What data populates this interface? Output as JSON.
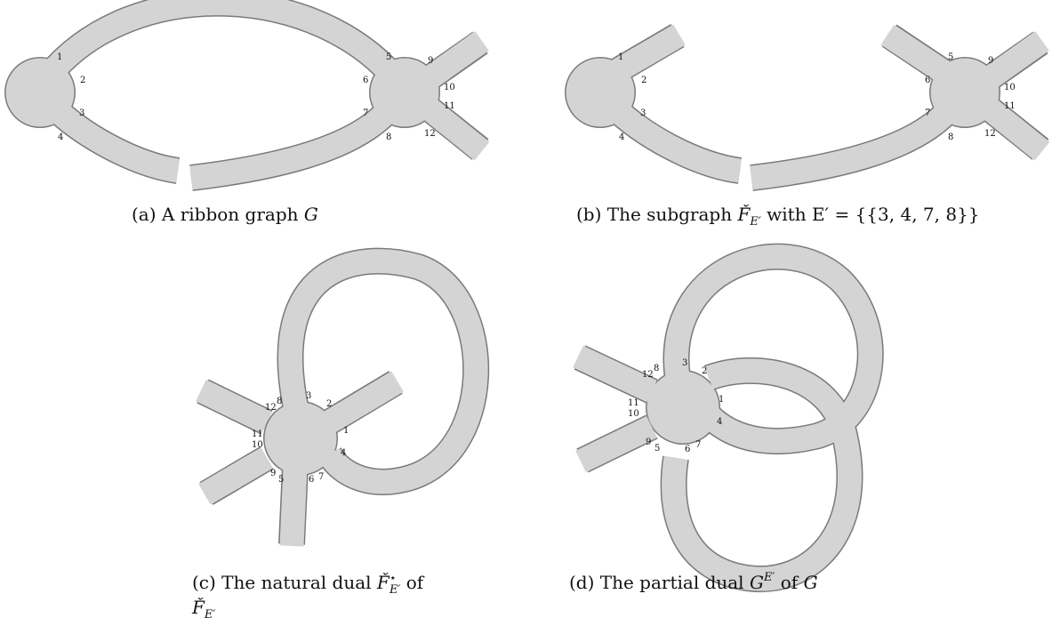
{
  "captions": {
    "a": {
      "text": "(a) A ribbon graph ",
      "var": "G"
    },
    "b": {
      "text": "(b) The subgraph ",
      "var": "F̌",
      "sub": "E′",
      "tail": " with E′ = {{3, 4, 7, 8}}"
    },
    "c": {
      "line1_text": "(c) The natural dual ",
      "var": "F̌",
      "sup": "⋆",
      "sub": "E′",
      "line1_tail": " of",
      "line2_var": "F̌",
      "line2_sub": "E′"
    },
    "d": {
      "text": "(d) The partial dual ",
      "var": "G",
      "sup": "E′",
      "tail": " of ",
      "var2": "G"
    }
  },
  "labels": {
    "a": [
      "1",
      "2",
      "3",
      "4",
      "5",
      "6",
      "7",
      "8",
      "9",
      "10",
      "11",
      "12"
    ],
    "b": [
      "1",
      "2",
      "3",
      "4",
      "5",
      "6",
      "7",
      "8",
      "9",
      "10",
      "11",
      "12"
    ],
    "c": [
      "12",
      "8",
      "3",
      "2",
      "1",
      "4",
      "11",
      "10",
      "9",
      "5",
      "6",
      "7"
    ],
    "d": [
      "12",
      "8",
      "3",
      "2",
      "1",
      "4",
      "11",
      "10",
      "9",
      "5",
      "6",
      "7"
    ]
  },
  "colors": {
    "fill": "#d4d4d4",
    "outline": "#7a7a7a"
  }
}
